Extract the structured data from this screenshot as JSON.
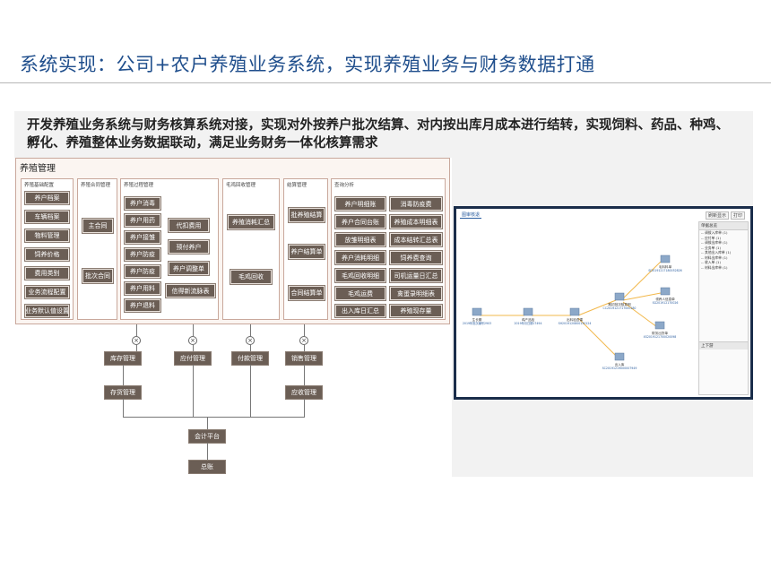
{
  "page": {
    "title": "系统实现：公司+农户养殖业务系统，实现养殖业务与财务数据打通",
    "subtitle": "开发养殖业务系统与财务核算系统对接，实现对外按养户批次结算、对内按出库月成本进行结转，实现饲料、药品、种鸡、孵化、养殖整体业务数据联动，满足业务财务一体化核算需求"
  },
  "diagram": {
    "title": "养殖管理",
    "groups": [
      {
        "title": "养殖基础配置",
        "items": [
          "养户档案",
          "车辆档案",
          "物料管理",
          "饲养价格",
          "费用类别",
          "业务流程配置",
          "业务默认值设置"
        ]
      },
      {
        "title": "养殖合同管理",
        "items": [
          "主合同",
          "批次合同"
        ]
      },
      {
        "title": "养殖过程管理",
        "col1": [
          "养户消毒",
          "养户用药",
          "养户接雏",
          "养户防疫",
          "养户防疫",
          "养户用料",
          "养户退料"
        ],
        "col2": [
          "代扣费用",
          "预付养户",
          "养户调整单",
          "信得新流脉表"
        ]
      },
      {
        "title": "毛鸡回收管理",
        "items": [
          "养殖消耗汇总",
          "毛鸡回收"
        ]
      },
      {
        "title": "结算管理",
        "items": [
          "批养殖结算",
          "养户结算单",
          "合同结算单"
        ]
      },
      {
        "title": "查询分析",
        "col1": [
          "养户明细账",
          "养户合同台账",
          "放雏明细表",
          "养户消耗明细",
          "毛鸡回收明细",
          "毛鸡运费",
          "出入库日汇总"
        ],
        "col2": [
          "消毒防疫费",
          "养殖成本明细表",
          "成本结转汇总表",
          "饲养费查询",
          "司机运量日汇总",
          "禽蛋录明细表",
          "养殖现存量"
        ]
      }
    ],
    "flow": {
      "row1": [
        "库存管理",
        "应付管理",
        "付款管理",
        "销售管理"
      ],
      "row2": [
        "存货管理",
        "应收管理"
      ],
      "platform": "会计平台",
      "ledger": "总账"
    }
  },
  "screenshot": {
    "tab": "图审核退",
    "buttons": [
      "刷新显示",
      "打印"
    ],
    "nodes": [
      {
        "name": "生长期",
        "code": "2019年批次编号2903"
      },
      {
        "name": "鸡产品检",
        "code": "2019年月日期17494"
      },
      {
        "name": "出料检查课",
        "code": "SH2019120800130124"
      },
      {
        "name": "期初批次核算明",
        "code": "CC2019121717000180"
      },
      {
        "name": "毛料料单",
        "code": "SJ20191217180052826"
      },
      {
        "name": "领养人信息单",
        "code": "SG201912170026"
      },
      {
        "name": "财务出货单",
        "code": "XS2019121700020098"
      },
      {
        "name": "出入库",
        "code": "SC20191219000007949"
      }
    ],
    "side_title": "单据总览",
    "side_items": [
      "-- 调拨入库单 (1)",
      "-- 应付单 (1)",
      "-- 调拨出库单 (1)",
      "-- 业务单 (1)",
      "-- 其他出入库单 (1)",
      "-- 材料出库单 (1)",
      "-- 收入单 (1)",
      "-- 材料出库单 (1)"
    ],
    "side_footer": "上下游"
  }
}
